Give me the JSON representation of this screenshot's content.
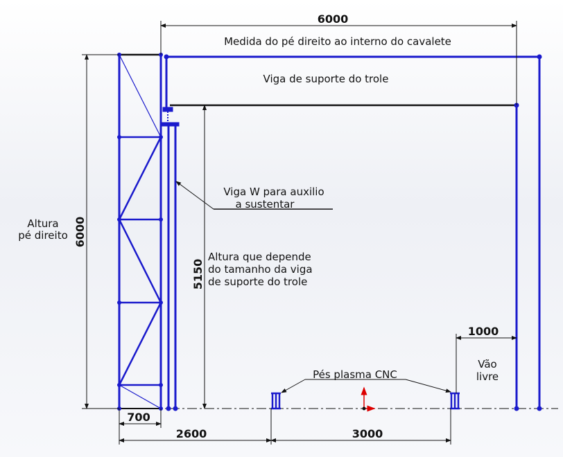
{
  "dimensions": {
    "top_width": "6000",
    "left_height": "6000",
    "inner_height": "5150",
    "tower_width": "700",
    "to_foot": "2600",
    "feet_span": "3000",
    "free_span": "1000"
  },
  "labels": {
    "inner_measure": "Medida do pé direito ao interno do cavalete",
    "trolley_beam": "Viga de suporte do trole",
    "w_beam_1": "Viga W para auxilio",
    "w_beam_2": "a sustentar",
    "height_1": "Altura",
    "height_2": "pé direito",
    "depends_1": "Altura que depende",
    "depends_2": "do tamanho da viga",
    "depends_3": "de suporte do trole",
    "cnc_feet": "Pés plasma CNC",
    "free_1": "Vão",
    "free_2": "livre"
  },
  "colors": {
    "structure": "#1a1acc",
    "origin": "#dd0000"
  }
}
